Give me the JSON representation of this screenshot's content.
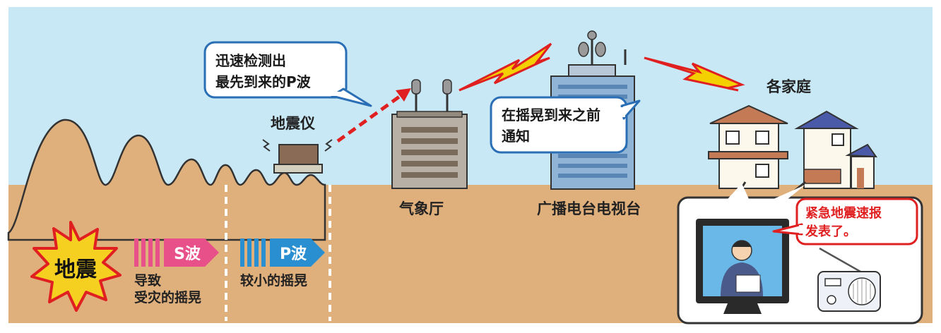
{
  "bubbles": {
    "detect_line1": "迅速检测出",
    "detect_line2": "最先到来的P波",
    "notify_line1": "在摇晃到来之前",
    "notify_line2": "通知",
    "alert_line1": "紧急地震速报",
    "alert_line2": "发表了。"
  },
  "labels": {
    "seismometer": "地震仪",
    "jma": "气象厅",
    "broadcaster": "广播电台电视台",
    "households": "各家庭",
    "earthquake": "地震",
    "s_wave": "S波",
    "s_wave_desc_line1": "导致",
    "s_wave_desc_line2": "受灾的摇晃",
    "p_wave": "P波",
    "p_wave_desc": "较小的摇晃"
  },
  "colors": {
    "sky": "#c8e8f5",
    "ground": "#e0b07c",
    "s_wave": "#e8508a",
    "p_wave": "#2a8fd0",
    "alert_red": "#e02020",
    "starburst": "#f5d020",
    "lightning": "#f5d000"
  }
}
